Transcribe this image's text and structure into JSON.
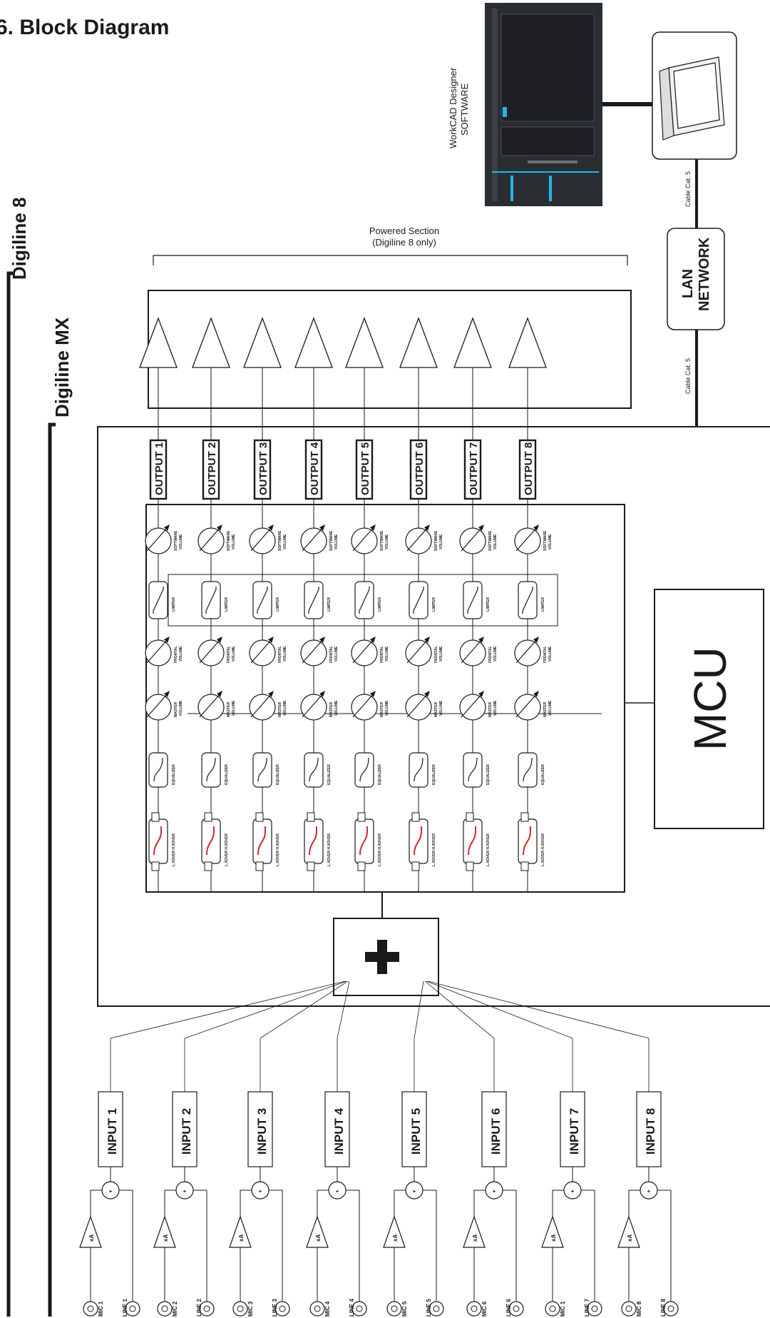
{
  "title": "6. Block Diagram",
  "software_label": [
    "WorkCAD Designer",
    "SOFTWARE"
  ],
  "cable_top": "Cable Cat. 5",
  "cable_bottom": "Cable Cat. 5",
  "lan_label": [
    "LAN",
    "NETWORK"
  ],
  "powered_section": [
    "Powered Section",
    "(Digiline 8 only)"
  ],
  "digiline8": "Digiline 8",
  "digilinemx": "Digiline MX",
  "mcu": "MCU",
  "outputs": [
    "OUTPUT 1",
    "OUTPUT 2",
    "OUTPUT 3",
    "OUTPUT 4",
    "OUTPUT 5",
    "OUTPUT 6",
    "OUTPUT 7",
    "OUTPUT 8"
  ],
  "inputs": [
    "INPUT 1",
    "INPUT 2",
    "INPUT 3",
    "INPUT 4",
    "INPUT 5",
    "INPUT 6",
    "INPUT 7",
    "INPUT 8"
  ],
  "mics": [
    "MIC 1",
    "MIC 2",
    "MIC 3",
    "MIC 4",
    "MIC 5",
    "MIC 6",
    "MIC 1",
    "MIC 8"
  ],
  "lines": [
    "LINE 1",
    "LINE 2",
    "LINE 3",
    "LINE 4",
    "LINE 5",
    "LINE 6",
    "LINE 7",
    "LINE 8"
  ],
  "stage_labels": {
    "software_volume": [
      "SOFTWARE",
      "VOLUME"
    ],
    "limiter": "LIMITER",
    "frontal_volume": [
      "FRONTAL",
      "VOLUME"
    ],
    "master_volume": [
      "MASTER",
      "VOLUME"
    ],
    "equalizer": "EQUALIZER",
    "xover": "L.XOVER  H.XOVER"
  },
  "amp_symbol": "xA",
  "sum_symbol": "+",
  "colors": {
    "line": "#1a1a1a",
    "xover_curve": "#d42a2a",
    "screen": "#2a2d31",
    "screen_accent": "#1fb9e6"
  }
}
